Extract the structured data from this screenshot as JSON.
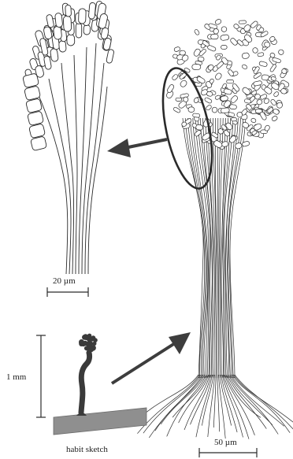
{
  "labels": {
    "scale_detail": "20 µm",
    "scale_synnema": "50 µm",
    "scale_habit": "1 mm",
    "habit_caption": "habit sketch"
  },
  "colors": {
    "ink": "#2a2a2a",
    "hypha_fill": "#ffffff",
    "stalk": "#3a3a3a",
    "substrate": "#8f8f8f",
    "arrow": "#3d3d3d"
  }
}
